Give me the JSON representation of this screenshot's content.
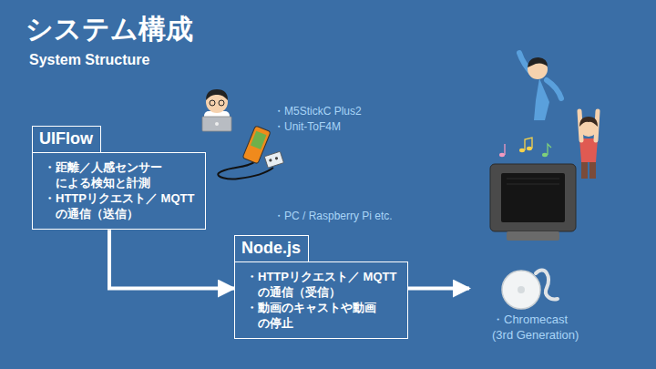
{
  "diagram": {
    "title": "システム構成",
    "nodes": [
      {
        "text": [
          "UIFlow",
          "・距離／人感センサー による検知と計測",
          "・HTTPリクエスト／ MQTT の通信（送信）"
        ]
      },
      {
        "text": [
          "Node.js",
          "・HTTPリクエスト／ MQTT の通信（受信）",
          "・動画のキャストや動画 の停止"
        ]
      },
      {
        "text": [
          "・Chromecast (3rd Generation)"
        ]
      }
    ],
    "edges": [
      {
        "from": 0,
        "to": 1,
        "arrow": "to"
      },
      {
        "from": 1,
        "to": 2,
        "arrow": "to"
      }
    ],
    "labels": [
      "System Structure",
      "・M5StickC Plus2",
      "・Unit-ToF4M",
      "・PC / Raspberry Pi etc."
    ]
  }
}
